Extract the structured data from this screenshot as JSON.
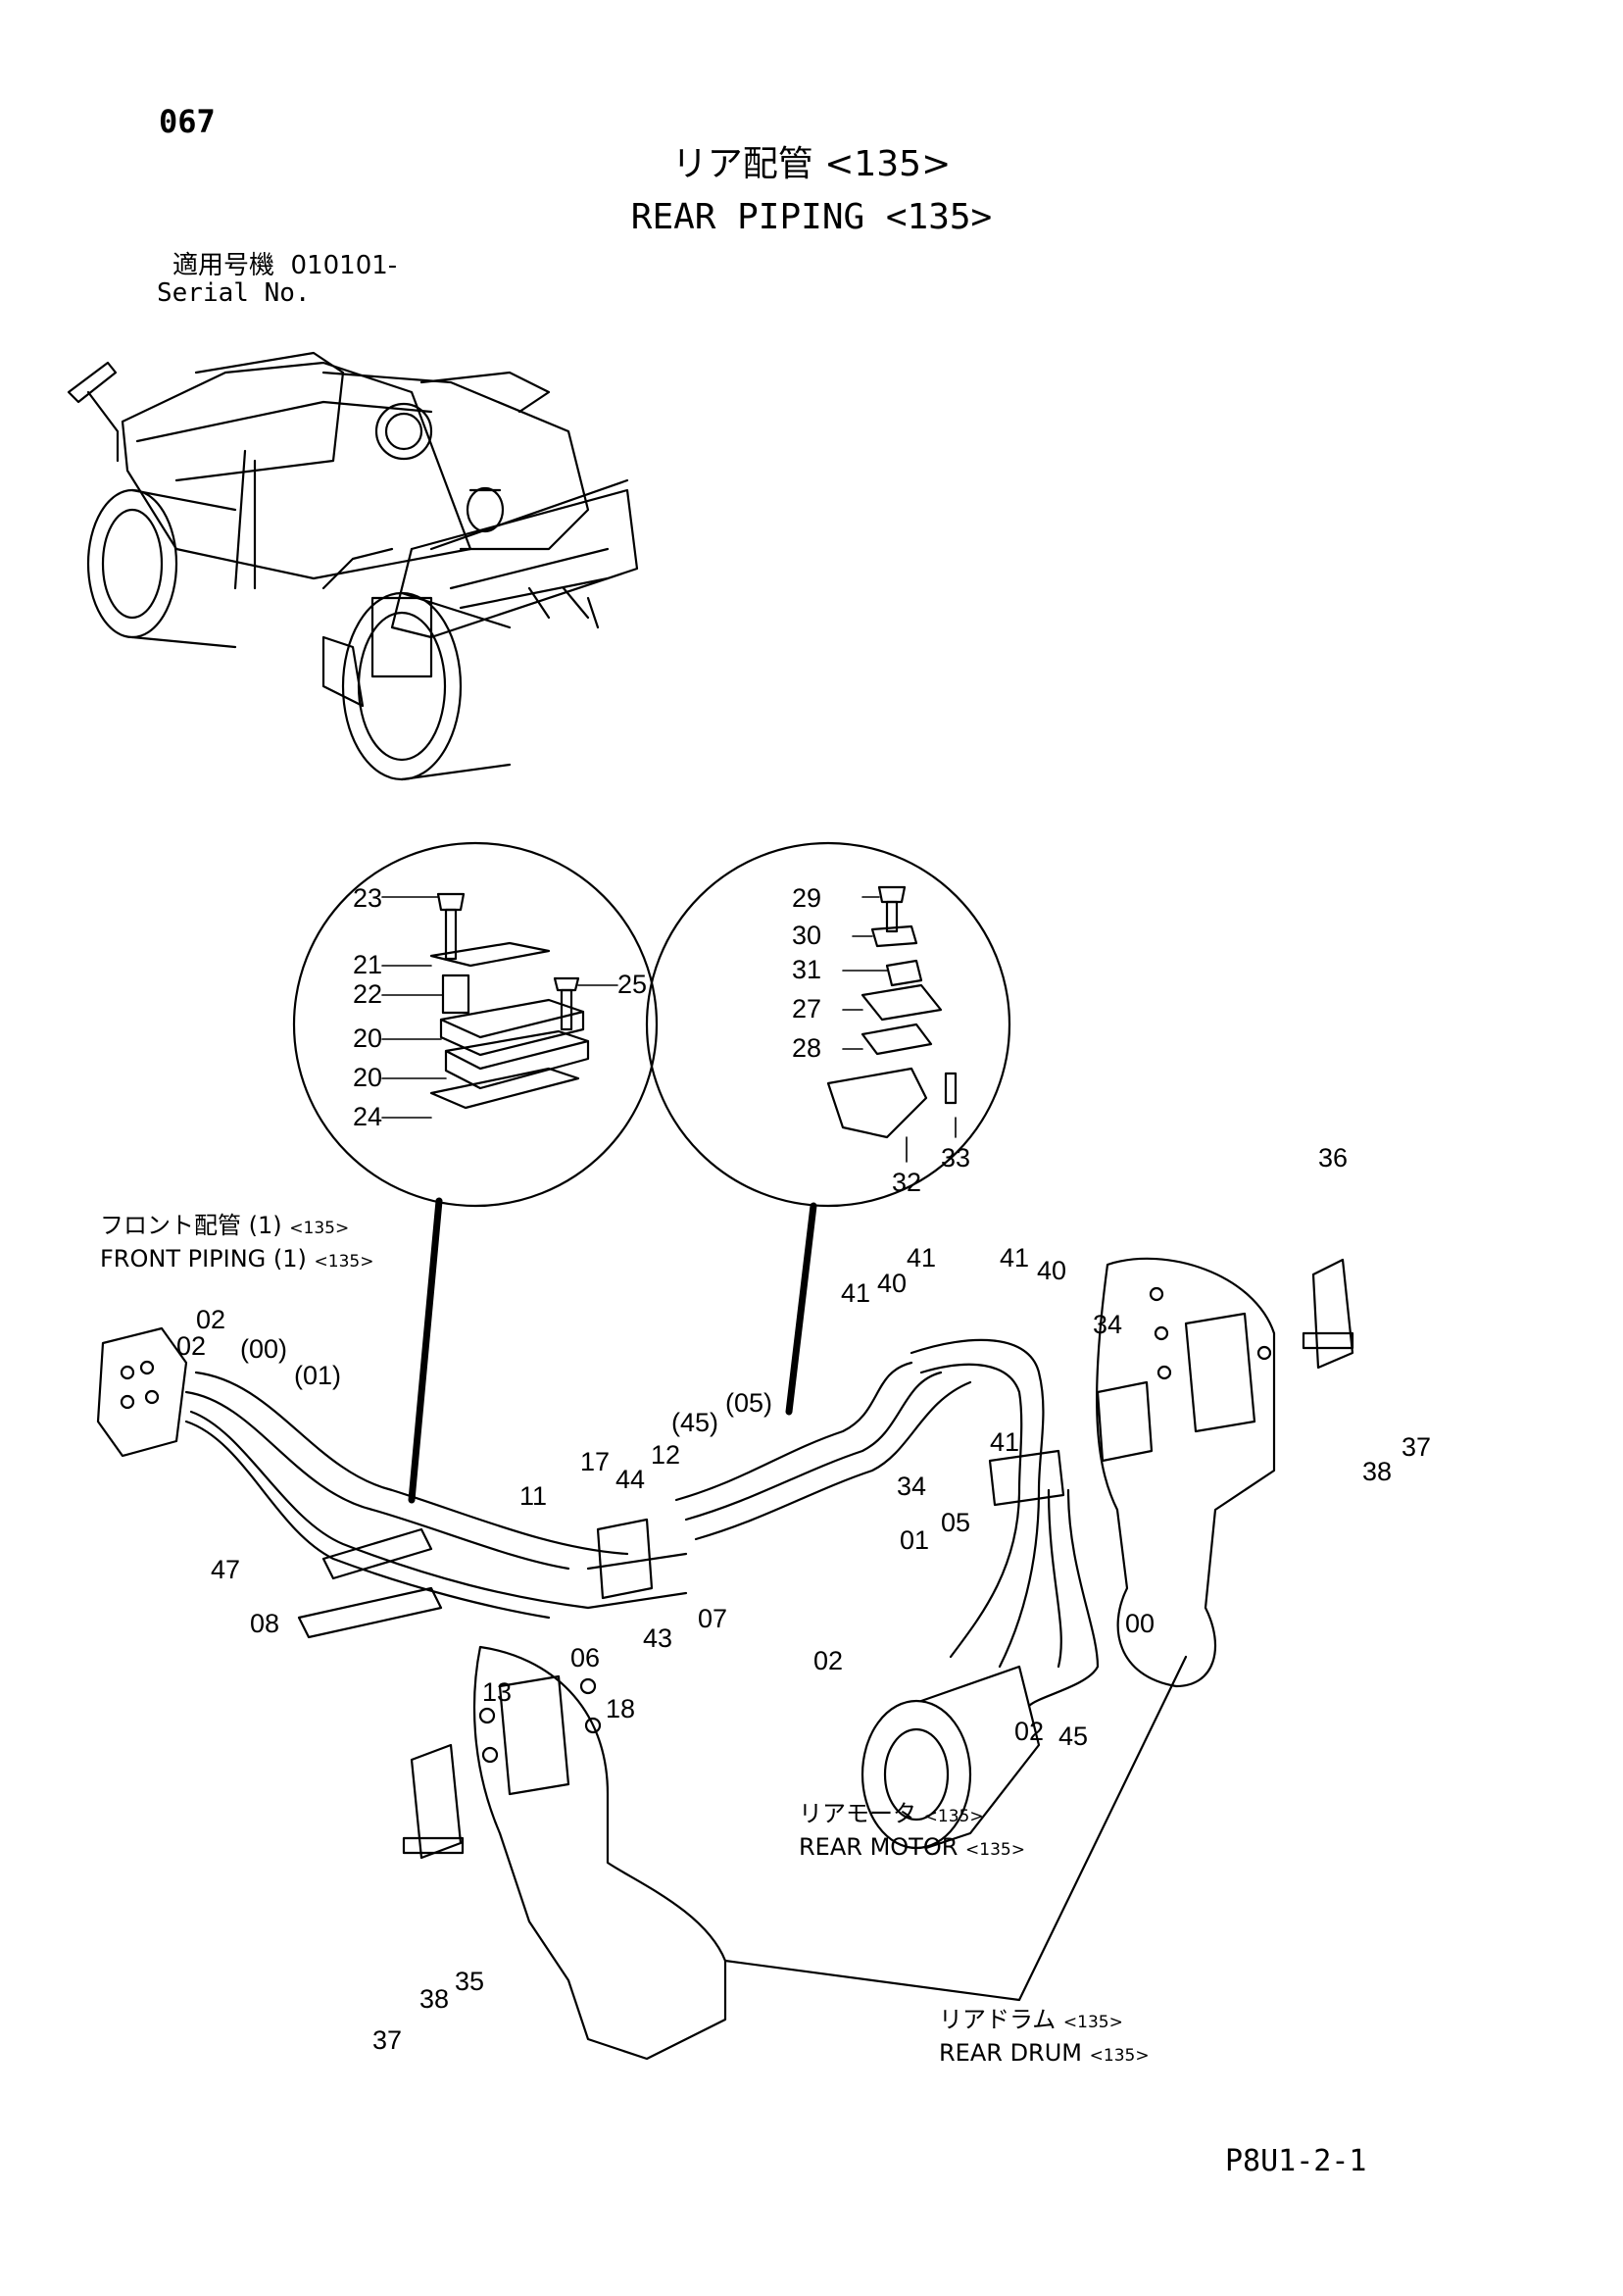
{
  "header": {
    "page_number": "067",
    "title_jp": "リア配管 <135>",
    "title_en": "REAR PIPING <135>",
    "serial_label_jp": "適用号機",
    "serial_value": "010101-",
    "serial_label_en": "Serial No."
  },
  "references": {
    "front_piping_jp": "フロント配管 (1)",
    "front_piping_en": "FRONT PIPING (1)",
    "rear_motor_jp": "リアモータ",
    "rear_motor_en": "REAR MOTOR",
    "rear_drum_jp": "リアドラム",
    "rear_drum_en": "REAR DRUM",
    "ref_code": "<135>"
  },
  "callouts": {
    "detail_a": [
      "23",
      "21",
      "22",
      "20",
      "20",
      "24",
      "25"
    ],
    "detail_b": [
      "29",
      "30",
      "31",
      "27",
      "28",
      "33",
      "32"
    ],
    "main": [
      "02",
      "02",
      "(00)",
      "(01)",
      "47",
      "08",
      "11",
      "17",
      "44",
      "12",
      "(45)",
      "(05)",
      "13",
      "06",
      "18",
      "43",
      "07",
      "41",
      "40",
      "41",
      "41",
      "40",
      "34",
      "36",
      "38",
      "37",
      "41",
      "34",
      "01",
      "05",
      "00",
      "02",
      "02",
      "45",
      "35",
      "38",
      "37"
    ]
  },
  "footer": {
    "doc_code": "P8U1-2-1"
  }
}
